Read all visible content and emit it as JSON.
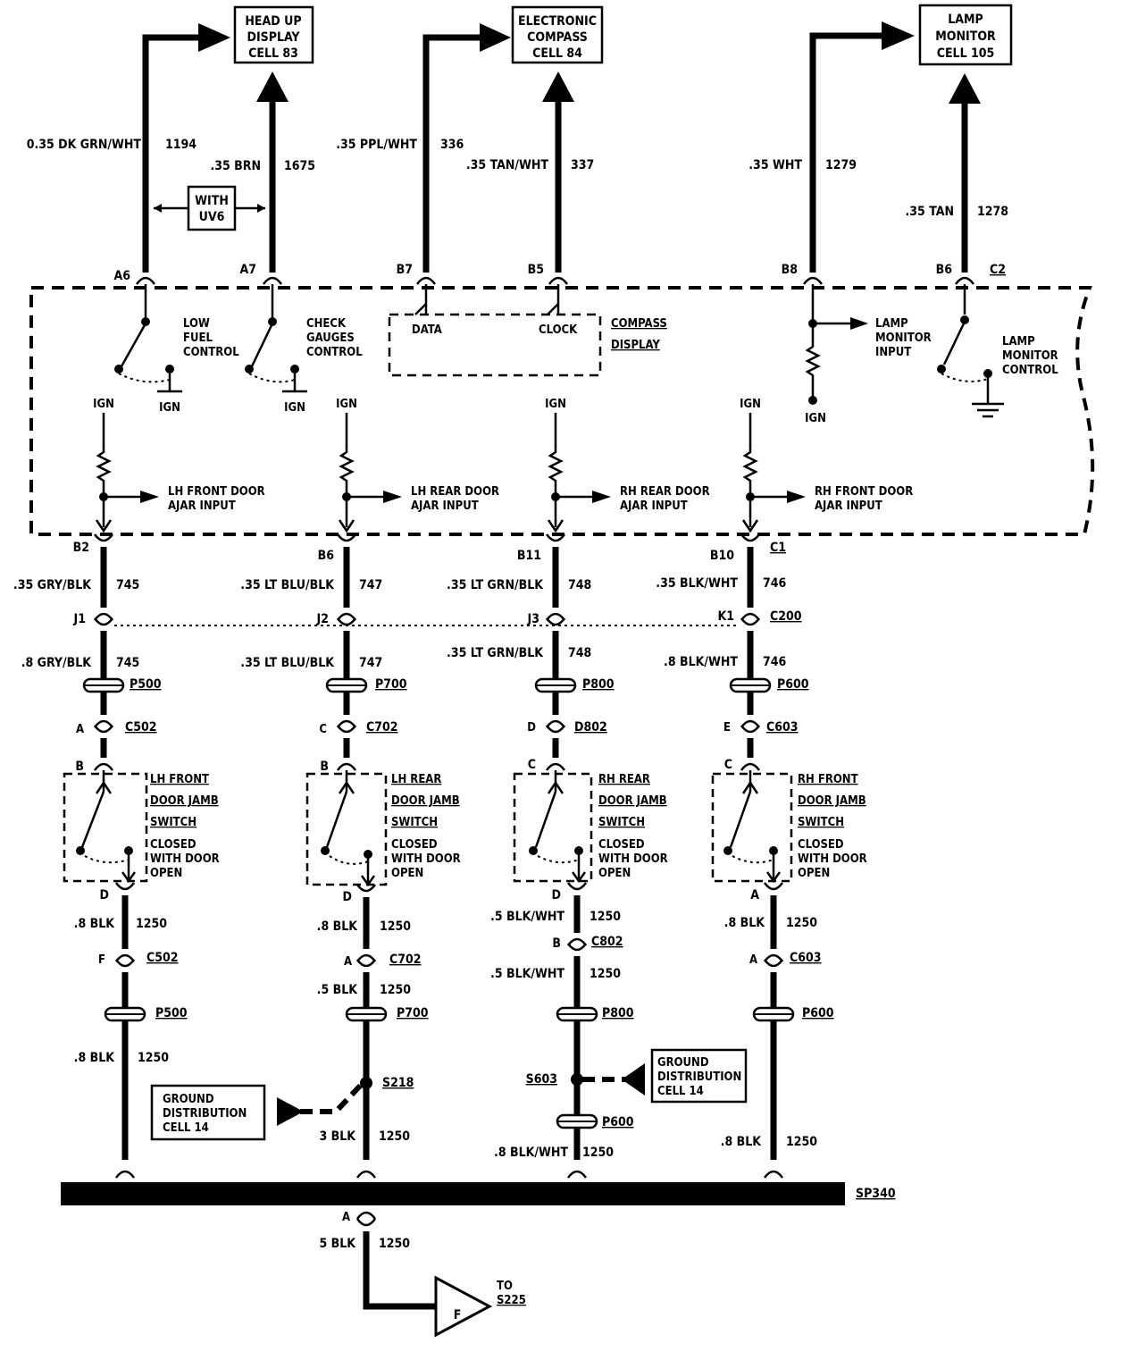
{
  "destinations": {
    "hud": [
      "HEAD UP",
      "DISPLAY",
      "CELL 83"
    ],
    "compass": [
      "ELECTRONIC",
      "COMPASS",
      "CELL 84"
    ],
    "lamp": [
      "LAMP",
      "MONITOR",
      "CELL 105"
    ]
  },
  "top_wires": {
    "w1194": {
      "gauge": "0.35 DK GRN/WHT",
      "circuit": "1194",
      "pin": "A6"
    },
    "w1675": {
      "gauge": ".35 BRN",
      "circuit": "1675",
      "pin": "A7"
    },
    "w336": {
      "gauge": ".35 PPL/WHT",
      "circuit": "336",
      "pin": "B7"
    },
    "w337": {
      "gauge": ".35 TAN/WHT",
      "circuit": "337",
      "pin": "B5"
    },
    "w1279": {
      "gauge": ".35 WHT",
      "circuit": "1279",
      "pin": "B8"
    },
    "w1278": {
      "gauge": ".35 TAN",
      "circuit": "1278",
      "pin": "B6"
    }
  },
  "option_box": [
    "WITH",
    "UV6"
  ],
  "module_connector": "C2",
  "module": {
    "low_fuel": [
      "LOW",
      "FUEL",
      "CONTROL"
    ],
    "check_gauges": [
      "CHECK",
      "GAUGES",
      "CONTROL"
    ],
    "compass_display": [
      "COMPASS",
      "DISPLAY"
    ],
    "data": "DATA",
    "clock": "CLOCK",
    "lamp_input": [
      "LAMP",
      "MONITOR",
      "INPUT"
    ],
    "lamp_control": [
      "LAMP",
      "MONITOR",
      "CONTROL"
    ],
    "ign": "IGN",
    "door_inputs": [
      [
        "LH FRONT DOOR",
        "AJAR INPUT"
      ],
      [
        "LH REAR DOOR",
        "AJAR INPUT"
      ],
      [
        "RH REAR DOOR",
        "AJAR INPUT"
      ],
      [
        "RH FRONT DOOR",
        "AJAR INPUT"
      ]
    ]
  },
  "c1": "C1",
  "c200": "C200",
  "door_columns": [
    {
      "pin_c1": "B2",
      "w1_gauge": ".35 GRY/BLK",
      "w1_circuit": "745",
      "pin_c200": "J1",
      "w2_gauge": ".8 GRY/BLK",
      "w2_circuit": "745",
      "p_top": "P500",
      "conn_a_pin": "A",
      "conn_a": "C502",
      "sw_pin_in": "B",
      "switch": [
        "LH FRONT",
        "DOOR JAMB",
        "SWITCH",
        "CLOSED",
        "WITH DOOR",
        "OPEN"
      ],
      "sw_pin_out": "D",
      "w3_gauge": ".8 BLK",
      "w3_circuit": "1250",
      "conn_b_pin": "F",
      "conn_b": "C502",
      "w4_gauge": "",
      "w4_circuit": "",
      "p_bot": "P500",
      "w5_gauge": ".8 BLK",
      "w5_circuit": "1250"
    },
    {
      "pin_c1": "B6",
      "w1_gauge": ".35 LT BLU/BLK",
      "w1_circuit": "747",
      "pin_c200": "J2",
      "w2_gauge": ".35 LT BLU/BLK",
      "w2_circuit": "747",
      "p_top": "P700",
      "conn_a_pin": "C",
      "conn_a": "C702",
      "sw_pin_in": "B",
      "switch": [
        "LH REAR",
        "DOOR JAMB",
        "SWITCH",
        "CLOSED",
        "WITH DOOR",
        "OPEN"
      ],
      "sw_pin_out": "D",
      "w3_gauge": ".8 BLK",
      "w3_circuit": "1250",
      "conn_b_pin": "A",
      "conn_b": "C702",
      "w4_gauge": ".5 BLK",
      "w4_circuit": "1250",
      "p_bot": "P700",
      "splice": "S218",
      "w5_gauge": "3 BLK",
      "w5_circuit": "1250"
    },
    {
      "pin_c1": "B11",
      "w1_gauge": ".35 LT GRN/BLK",
      "w1_circuit": "748",
      "pin_c200": "J3",
      "w2_gauge": ".35 LT GRN/BLK",
      "w2_circuit": "748",
      "p_top": "P800",
      "conn_a_pin": "D",
      "conn_a": "D802",
      "sw_pin_in": "C",
      "switch": [
        "RH REAR",
        "DOOR JAMB",
        "SWITCH",
        "CLOSED",
        "WITH DOOR",
        "OPEN"
      ],
      "sw_pin_out": "D",
      "w3_gauge": ".5 BLK/WHT",
      "w3_circuit": "1250",
      "conn_b_pin": "B",
      "conn_b": "C802",
      "w4_gauge": ".5 BLK/WHT",
      "w4_circuit": "1250",
      "p_bot": "P800",
      "splice": "S603",
      "p_extra": "P600",
      "w5_gauge": ".8 BLK/WHT",
      "w5_circuit": "1250"
    },
    {
      "pin_c1": "B10",
      "w1_gauge": ".35 BLK/WHT",
      "w1_circuit": "746",
      "pin_c200": "K1",
      "w2_gauge": ".8 BLK/WHT",
      "w2_circuit": "746",
      "p_top": "P600",
      "conn_a_pin": "E",
      "conn_a": "C603",
      "sw_pin_in": "C",
      "switch": [
        "RH FRONT",
        "DOOR JAMB",
        "SWITCH",
        "CLOSED",
        "WITH DOOR",
        "OPEN"
      ],
      "sw_pin_out": "A",
      "w3_gauge": ".8 BLK",
      "w3_circuit": "1250",
      "conn_b_pin": "A",
      "conn_b": "C603",
      "w4_gauge": "",
      "w4_circuit": "",
      "p_bot": "P600",
      "w5_gauge": ".8 BLK",
      "w5_circuit": "1250"
    }
  ],
  "ground_dist": [
    "GROUND",
    "DISTRIBUTION",
    "CELL 14"
  ],
  "bus_label": "SP340",
  "bottom": {
    "pin": "A",
    "gauge": "5 BLK",
    "circuit": "1250",
    "symbol": "F",
    "to": [
      "TO",
      "S225"
    ]
  }
}
